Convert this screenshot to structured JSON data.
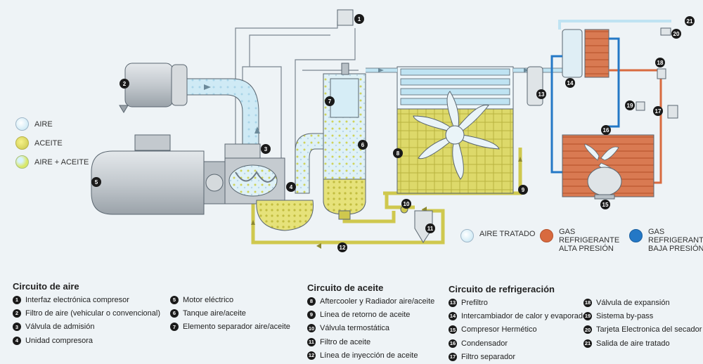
{
  "legend": {
    "aire": "AIRE",
    "aceite": "ACEITE",
    "mezcla": "AIRE + ACEITE",
    "aire_tratado": "AIRE TRATADO",
    "gas_alta": "GAS\nREFRIGERANTE\nALTA PRESIÓN",
    "gas_baja": "GAS\nREFRIGERANTE\nBAJA PRESIÓN"
  },
  "callouts": [
    "1",
    "2",
    "3",
    "4",
    "5",
    "6",
    "7",
    "8",
    "9",
    "10",
    "11",
    "12",
    "13",
    "14",
    "15",
    "16",
    "17",
    "18",
    "19",
    "20",
    "21"
  ],
  "sections": {
    "aire": {
      "title": "Circuito de aire",
      "items": [
        {
          "n": "1",
          "label": "Interfaz electrónica compresor"
        },
        {
          "n": "2",
          "label": "Filtro de aire (vehicular o convencional)"
        },
        {
          "n": "3",
          "label": "Válvula de admisión"
        },
        {
          "n": "4",
          "label": "Unidad compresora"
        }
      ],
      "items2": [
        {
          "n": "5",
          "label": "Motor eléctrico"
        },
        {
          "n": "6",
          "label": "Tanque aire/aceite"
        },
        {
          "n": "7",
          "label": "Elemento separador aire/aceite"
        }
      ]
    },
    "aceite": {
      "title": "Circuito de aceite",
      "items": [
        {
          "n": "8",
          "label": "Aftercooler y Radiador aire/aceite"
        },
        {
          "n": "9",
          "label": "Línea de retorno de aceite"
        },
        {
          "n": "10",
          "label": "Válvula termostática"
        },
        {
          "n": "11",
          "label": "Filtro de aceite"
        },
        {
          "n": "12",
          "label": "Línea de inyección de aceite"
        }
      ]
    },
    "refrigeracion": {
      "title": "Circuito de refrigeración",
      "items": [
        {
          "n": "13",
          "label": "Prefiltro"
        },
        {
          "n": "14",
          "label": "Intercambiador de calor y evaporador"
        },
        {
          "n": "15",
          "label": "Compresor Hermético"
        },
        {
          "n": "16",
          "label": "Condensador"
        },
        {
          "n": "17",
          "label": "Filtro separador"
        }
      ],
      "items2": [
        {
          "n": "18",
          "label": "Válvula de expansión"
        },
        {
          "n": "19",
          "label": "Sistema by-pass"
        },
        {
          "n": "20",
          "label": "Tarjeta Electronica del secador"
        },
        {
          "n": "21",
          "label": "Salida de aire tratado"
        }
      ]
    }
  },
  "colors": {
    "air": "#bfe3f2",
    "oil": "#d9d65a",
    "pipe_oil": "#cfc84e",
    "gas_high": "#d86a3f",
    "gas_low": "#2478c6",
    "machine": "#c9ced3",
    "outline": "#5a6670"
  }
}
